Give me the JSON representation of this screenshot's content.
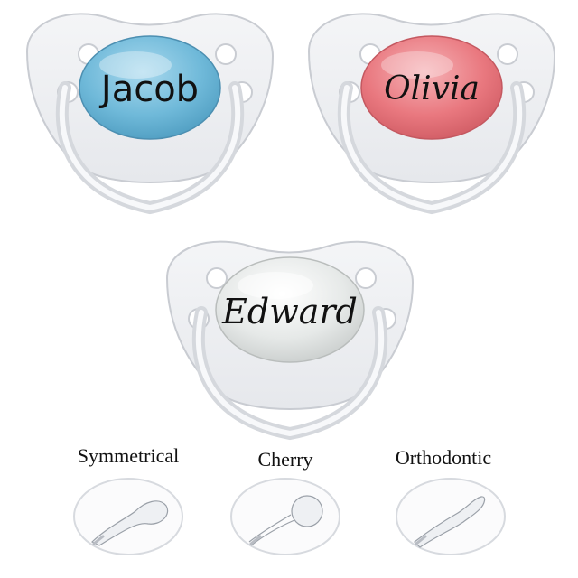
{
  "pacifiers": [
    {
      "name": "Jacob",
      "button_color": "#6fb9d9",
      "style": "print"
    },
    {
      "name": "Olivia",
      "button_color": "#e9787f",
      "style": "script"
    },
    {
      "name": "Edward",
      "button_color": "#dfe3e2",
      "style": "script"
    }
  ],
  "teat_shapes": [
    {
      "label": "Symmetrical",
      "icon": "symmetrical-teat-icon"
    },
    {
      "label": "Cherry",
      "icon": "cherry-teat-icon"
    },
    {
      "label": "Orthodontic",
      "icon": "orthodontic-teat-icon"
    }
  ]
}
